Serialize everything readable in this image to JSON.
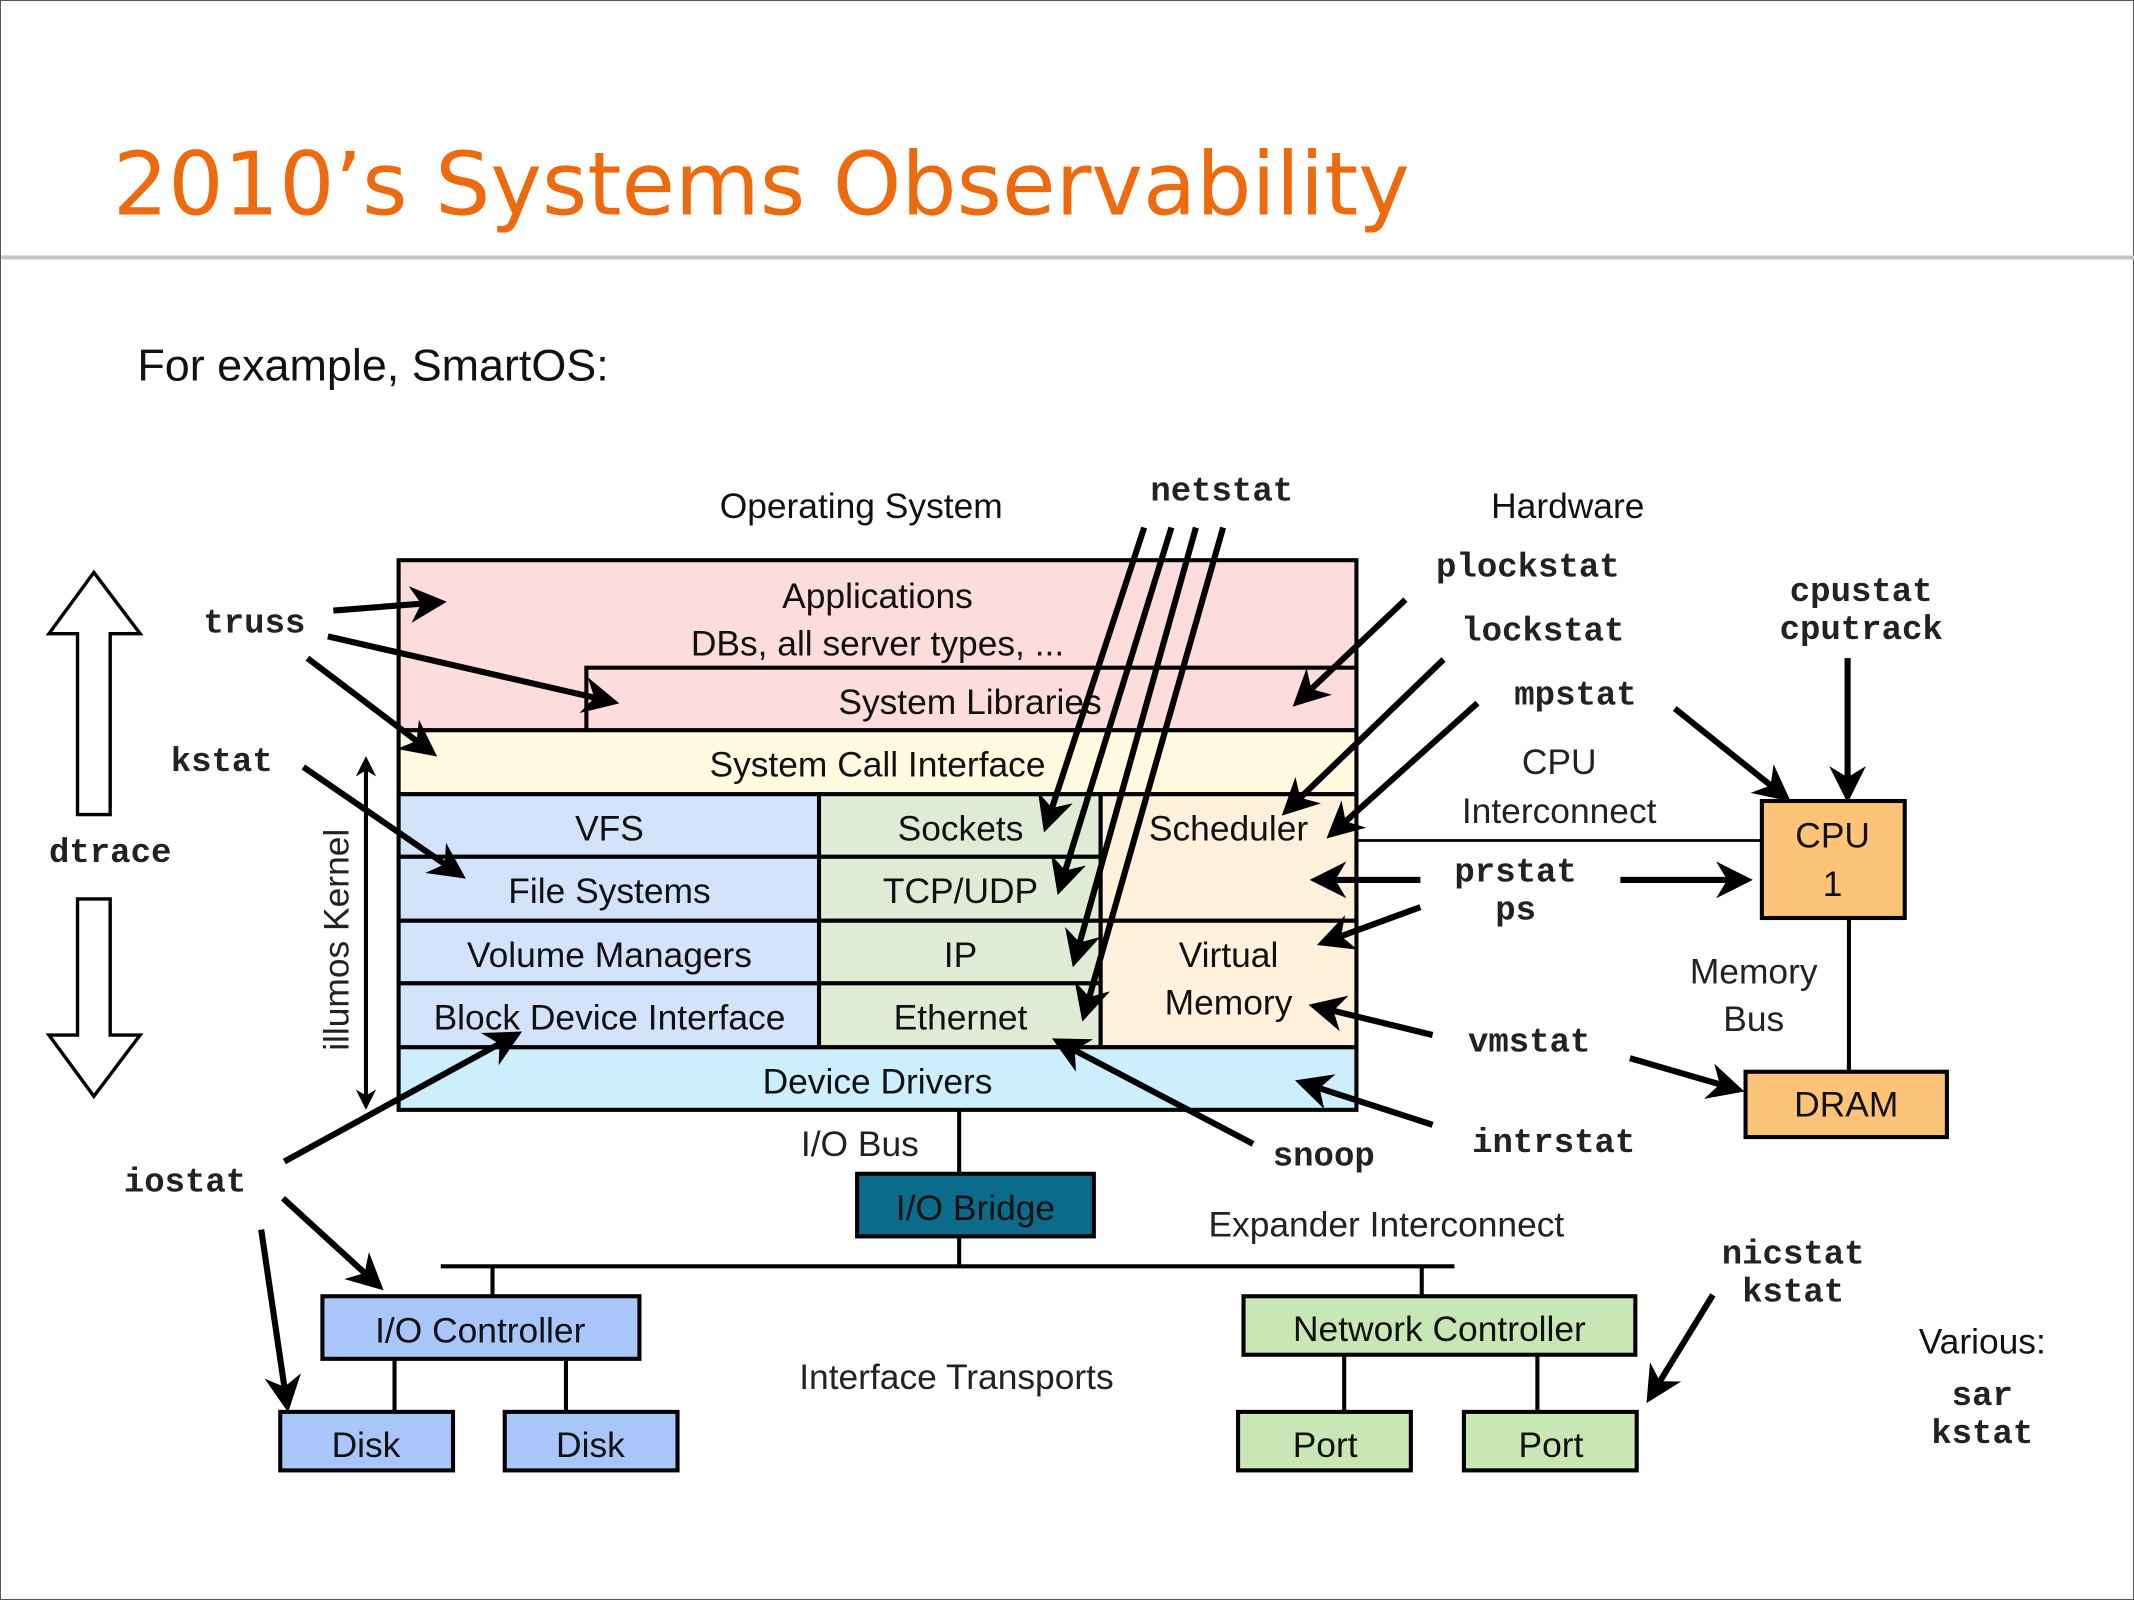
{
  "slide": {
    "title": "2010’s Systems Observability",
    "subtitle": "For example, SmartOS:"
  },
  "colors": {
    "title": "#ee6a0e",
    "applications": "#fddcdc",
    "syscall": "#fffbe0",
    "fs_stack": "#d3e3fb",
    "net_stack": "#e0ebd6",
    "sched_vm": "#fff1db",
    "drivers": "#cdeefc",
    "io_bridge": "#0c6a8a",
    "io_blue": "#a9c6fb",
    "net_green": "#c9e6b5",
    "cpu_orange": "#fdc478"
  },
  "headings": {
    "os": "Operating System",
    "hardware": "Hardware"
  },
  "layers": {
    "applications": "Applications",
    "applications_sub": "DBs, all server types, ...",
    "system_libraries": "System Libraries",
    "system_call_interface": "System Call Interface",
    "vfs": "VFS",
    "file_systems": "File Systems",
    "volume_managers": "Volume Managers",
    "block_device_interface": "Block Device Interface",
    "sockets": "Sockets",
    "tcp_udp": "TCP/UDP",
    "ip": "IP",
    "ethernet": "Ethernet",
    "scheduler": "Scheduler",
    "virtual": "Virtual",
    "memory": "Memory",
    "device_drivers": "Device Drivers",
    "kernel_label": "illumos Kernel"
  },
  "hardware": {
    "io_bus": "I/O Bus",
    "io_bridge": "I/O Bridge",
    "expander_interconnect": "Expander Interconnect",
    "interface_transports": "Interface Transports",
    "io_controller": "I/O Controller",
    "disk_1": "Disk",
    "disk_2": "Disk",
    "network_controller": "Network Controller",
    "port_1": "Port",
    "port_2": "Port",
    "cpu_interconnect_1": "CPU",
    "cpu_interconnect_2": "Interconnect",
    "cpu_line1": "CPU",
    "cpu_line2": "1",
    "memory_bus_1": "Memory",
    "memory_bus_2": "Bus",
    "dram": "DRAM"
  },
  "tools": {
    "dtrace": "dtrace",
    "truss": "truss",
    "kstat": "kstat",
    "netstat": "netstat",
    "plockstat": "plockstat",
    "lockstat": "lockstat",
    "mpstat": "mpstat",
    "cpustat": "cpustat",
    "cputrack": "cputrack",
    "prstat": "prstat",
    "ps": "ps",
    "vmstat": "vmstat",
    "intrstat": "intrstat",
    "snoop": "snoop",
    "iostat": "iostat",
    "nicstat": "nicstat",
    "nic_kstat": "kstat",
    "various_label": "Various:",
    "sar": "sar",
    "various_kstat": "kstat"
  }
}
